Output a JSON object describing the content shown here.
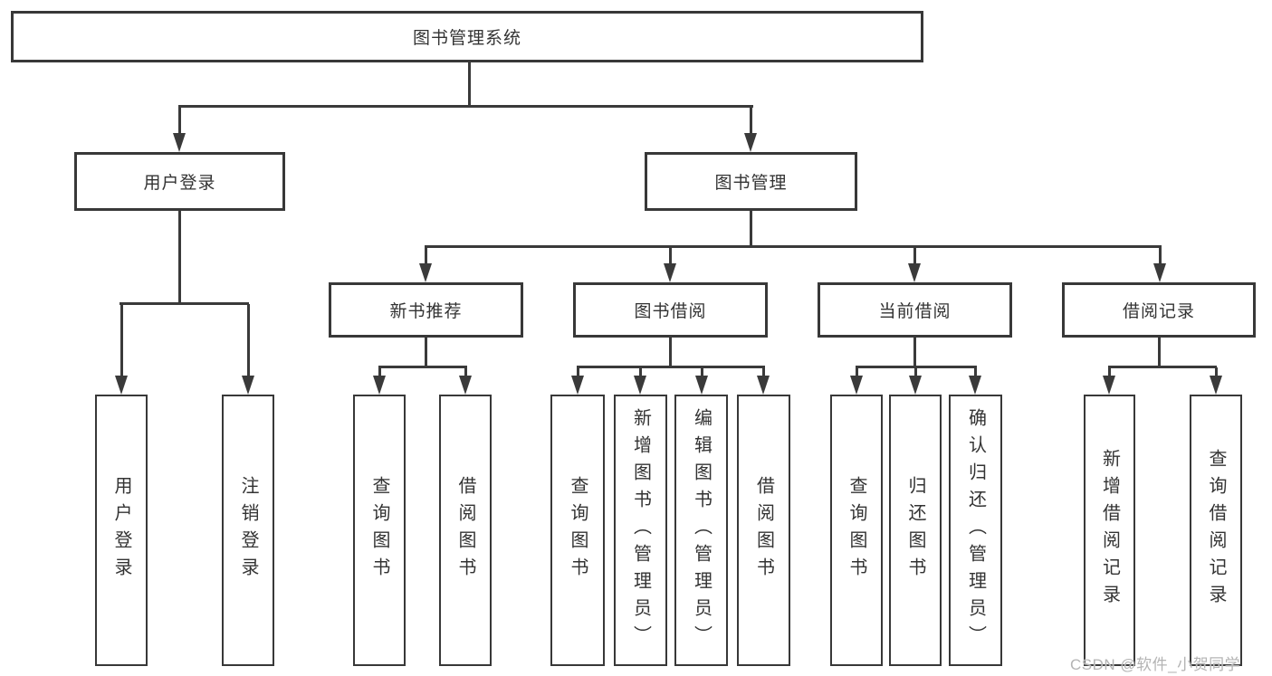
{
  "tree": {
    "label": "图书管理系统",
    "children": [
      {
        "label": "用户登录",
        "children": [
          {
            "label": "用户登录"
          },
          {
            "label": "注销登录"
          }
        ]
      },
      {
        "label": "图书管理",
        "children": [
          {
            "label": "新书推荐",
            "children": [
              {
                "label": "查询图书"
              },
              {
                "label": "借阅图书"
              }
            ]
          },
          {
            "label": "图书借阅",
            "children": [
              {
                "label": "查询图书"
              },
              {
                "label": "新增图书（管理员）"
              },
              {
                "label": "编辑图书（管理员）"
              },
              {
                "label": "借阅图书"
              }
            ]
          },
          {
            "label": "当前借阅",
            "children": [
              {
                "label": "查询图书"
              },
              {
                "label": "归还图书"
              },
              {
                "label": "确认归还（管理员）"
              }
            ]
          },
          {
            "label": "借阅记录",
            "children": [
              {
                "label": "新增借阅记录"
              },
              {
                "label": "查询借阅记录"
              }
            ]
          }
        ]
      }
    ]
  },
  "watermark": "CSDN @软件_小贺同学",
  "colors": {
    "line": "#3a3a3a",
    "text": "#333333",
    "watermark": "#b4b4b4",
    "background": "#ffffff"
  }
}
